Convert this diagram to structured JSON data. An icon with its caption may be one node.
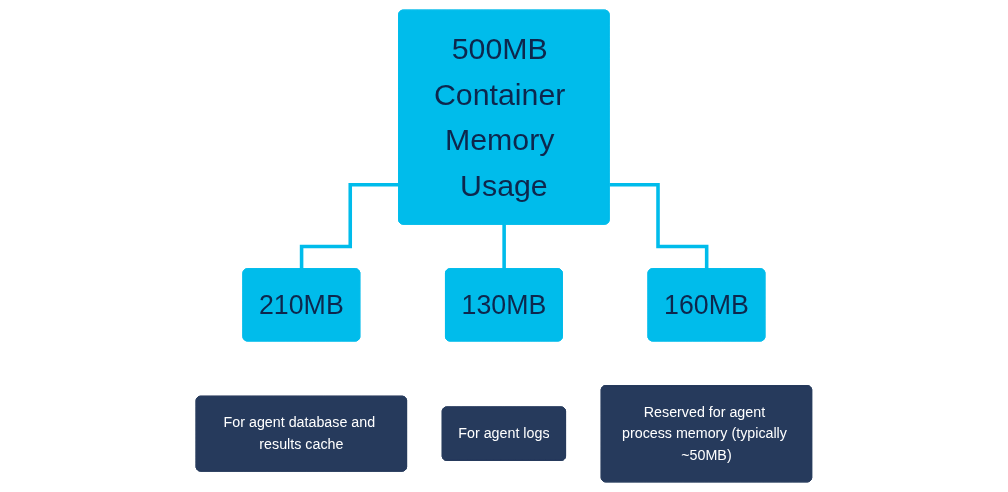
{
  "diagram": {
    "nodes": [
      {
        "text": [
          "500MB Container Memory Usage"
        ]
      },
      {
        "text": [
          "210MB"
        ]
      },
      {
        "text": [
          "For agent database and results cache"
        ]
      },
      {
        "text": [
          "130MB"
        ]
      },
      {
        "text": [
          "For agent logs"
        ]
      },
      {
        "text": [
          "160MB"
        ]
      },
      {
        "text": [
          "Reserved for agent process memory (typically ~50MB)"
        ]
      }
    ],
    "edges": [
      {
        "from": 0,
        "to": 1,
        "arrow": "none"
      },
      {
        "from": 0,
        "to": 3,
        "arrow": "none"
      },
      {
        "from": 0,
        "to": 5,
        "arrow": "none"
      }
    ]
  }
}
